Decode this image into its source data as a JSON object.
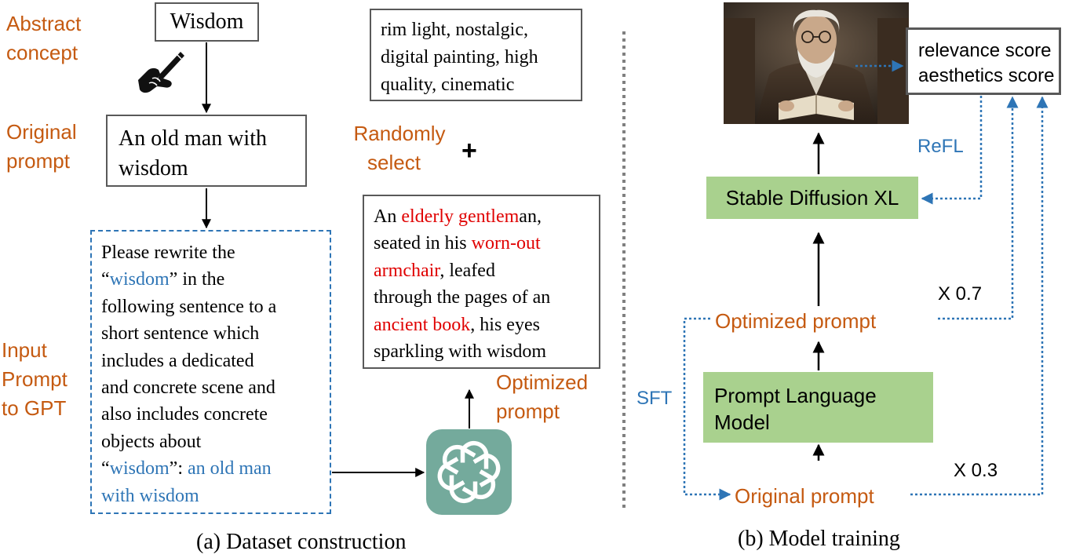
{
  "dataset": {
    "labels": {
      "abstract": [
        "Abstract",
        "concept"
      ],
      "original": [
        "Original",
        "prompt"
      ],
      "input": [
        "Input",
        "Prompt",
        "to GPT"
      ],
      "randomly": [
        "Randomly",
        "select"
      ],
      "optimized": [
        "Optimized",
        "prompt"
      ]
    },
    "wisdom_box": "Wisdom",
    "original_box": [
      "An old man with",
      "wisdom"
    ],
    "gpt_prompt": {
      "l1": "Please rewrite the",
      "l2_q1": "“",
      "l2_word": "wisdom",
      "l2_rest": "” in the",
      "l3": "following sentence to a",
      "l4": "short sentence which",
      "l5": "includes a dedicated",
      "l6": "and concrete scene and",
      "l7": "also includes concrete",
      "l8": "objects about",
      "l9_q1": "“",
      "l9_word": "wisdom",
      "l9_rest": "”: ",
      "l9_blue": "an old man",
      "l10": "with wisdom"
    },
    "modifiers": [
      "rim light, nostalgic,",
      "digital painting, high",
      "quality, cinematic"
    ],
    "plus": "+",
    "optimized_box": {
      "l1_a": "An ",
      "l1_red1": "elderly gentlem",
      "l1_b": "an,",
      "l2_a": "seated in his ",
      "l2_red": "worn-out",
      "l3_red": "armchair",
      "l3_b": ", leafed",
      "l4": "through the pages of an",
      "l5_red": "ancient book",
      "l5_b": ", his eyes",
      "l6": "sparkling with wisdom"
    },
    "caption": "(a) Dataset construction"
  },
  "training": {
    "scores": [
      "relevance score",
      "aesthetics score"
    ],
    "refl": "ReFL",
    "sdxl": "Stable Diffusion XL",
    "x07": "X 0.7",
    "optimized_prompt": "Optimized prompt",
    "sft": "SFT",
    "plm": [
      "Prompt Language",
      "Model"
    ],
    "x03": "X 0.3",
    "original_prompt": "Original prompt",
    "caption": "(b) Model training"
  },
  "colors": {
    "orange": "#C55A11",
    "blue": "#2E75B6",
    "red": "#E00000",
    "green": "#A9D18E",
    "gpt_teal": "#74AA9C"
  }
}
